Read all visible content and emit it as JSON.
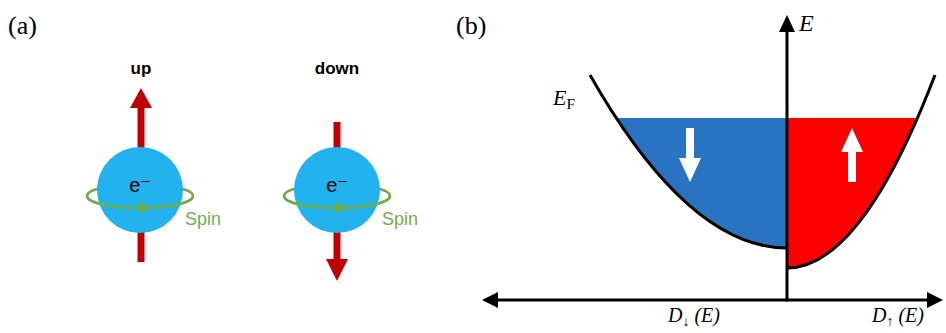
{
  "diagram": {
    "nodes": [
      {
        "text": [
          "e⁻"
        ]
      },
      {
        "text": [
          "e⁻"
        ]
      }
    ],
    "labels": [
      "(a)",
      "up",
      "Spin",
      "down",
      "Spin",
      "(b)",
      "E",
      "EF",
      "D↓ (E)",
      "D↑ (E)"
    ]
  }
}
